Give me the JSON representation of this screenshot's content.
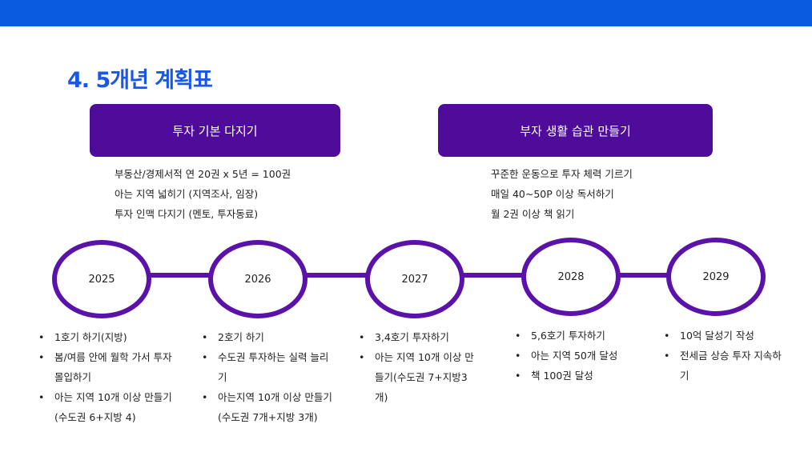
{
  "title": "4. 5개년 계획표",
  "boxes": [
    {
      "label": "투자 기본 다지기",
      "items": [
        "부동산/경제서적 연 20권 x 5년 = 100권",
        "아는 지역 넓히기 (지역조사, 임장)",
        "투자 인맥 다지기 (멘토, 투자동료)"
      ]
    },
    {
      "label": "부자 생활 습관 만들기",
      "items": [
        "꾸준한 운동으로 투자 체력 기르기",
        "매일 40~50P 이상 독서하기",
        "월 2권 이상 책 읽기"
      ]
    }
  ],
  "years": [
    {
      "year": "2025",
      "items": [
        "1호기 하기(지방)",
        "봄/여름 안에 월학 가서 투자 몰입하기",
        "아는 지역 10개 이상 만들기(수도권 6+지방 4)"
      ]
    },
    {
      "year": "2026",
      "items": [
        "2호기 하기",
        "수도권 투자하는 실력 늘리기",
        "아는지역 10개 이상 만들기(수도권 7개+지방 3개)"
      ]
    },
    {
      "year": "2027",
      "items": [
        "3,4호기 투자하기",
        "아는 지역 10개 이상 만들기(수도권 7+지방3개)"
      ]
    },
    {
      "year": "2028",
      "items": [
        "5,6호기 투자하기",
        "아는 지역 50개 달성",
        "책 100권 달성"
      ]
    },
    {
      "year": "2029",
      "items": [
        "10억 달성기 작성",
        "전세금 상승 투자 지속하기"
      ]
    }
  ],
  "colors": {
    "blue": "#0b5be1",
    "purple": "#4f0c9a"
  }
}
